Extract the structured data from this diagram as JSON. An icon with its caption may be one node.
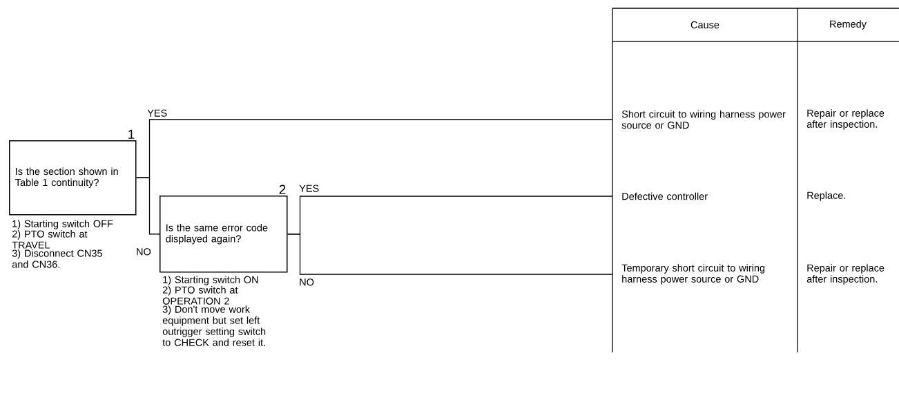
{
  "diagram": {
    "nodes": [
      {
        "text": [
          "1",
          "Is the section shown in Table 1 continuity?"
        ],
        "beside": [
          "1) Starting switch OFF",
          "2) PTO switch at TRAVEL",
          "3) Disconnect CN35 and CN36."
        ]
      },
      {
        "text": [
          "2",
          "Is the same error code displayed again?"
        ],
        "beside": [
          "1) Starting switch ON",
          "2) PTO switch at OPERATION 2",
          "3) Don't move work equipment but set left outrigger setting switch to CHECK and reset it."
        ]
      },
      {
        "text": [
          "Short circuit to wiring harness power source or GND"
        ]
      },
      {
        "text": [
          "Defective controller"
        ]
      },
      {
        "text": [
          "Temporary short circuit to wiring harness power source or GND"
        ]
      }
    ],
    "edges": [
      {
        "from": 0,
        "to": 2,
        "arrow": "none",
        "label": "YES"
      },
      {
        "from": 0,
        "to": 1,
        "arrow": "none",
        "label": "NO"
      },
      {
        "from": 1,
        "to": 3,
        "arrow": "none",
        "label": "YES"
      },
      {
        "from": 1,
        "to": 4,
        "arrow": "none",
        "label": "NO"
      }
    ],
    "labels": [
      "Cause",
      "Remedy",
      "Repair or replace after inspection.",
      "Replace.",
      "Repair or replace after inspection."
    ]
  }
}
